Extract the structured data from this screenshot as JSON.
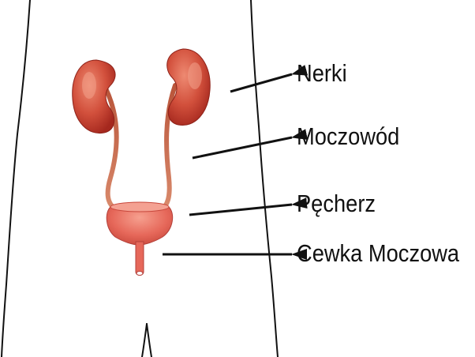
{
  "diagram": {
    "labels": {
      "kidneys": "Nerki",
      "ureter": "Moczowód",
      "bladder": "Pęcherz",
      "urethra": "Cewka Moczowa"
    },
    "colors": {
      "kidney": "#c0392b",
      "kidney_highlight": "#e06a55",
      "ureter": "#c46a4a",
      "bladder": "#e8665a",
      "outline": "#111111"
    }
  }
}
